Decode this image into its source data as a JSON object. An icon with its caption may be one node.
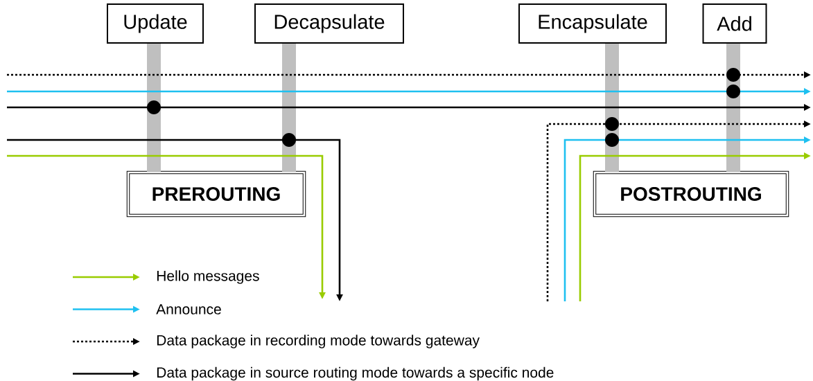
{
  "diagram": {
    "nodes": [
      {
        "text": [
          "Update"
        ]
      },
      {
        "text": [
          "Decapsulate"
        ]
      },
      {
        "text": [
          "Encapsulate"
        ]
      },
      {
        "text": [
          "Add"
        ]
      },
      {
        "text": [
          "PREROUTING"
        ]
      },
      {
        "text": [
          "POSTROUTING"
        ]
      }
    ],
    "edges": [
      {
        "from": 0,
        "to": 4,
        "arrow": "none"
      },
      {
        "from": 1,
        "to": 4,
        "arrow": "none"
      },
      {
        "from": 2,
        "to": 5,
        "arrow": "none"
      },
      {
        "from": 3,
        "to": 5,
        "arrow": "none"
      }
    ],
    "legend": [
      {
        "text": "Hello messages"
      },
      {
        "text": "Announce"
      },
      {
        "text": "Data package in recording mode towards gateway"
      },
      {
        "text": "Data package in source routing mode towards a specific node"
      }
    ]
  }
}
